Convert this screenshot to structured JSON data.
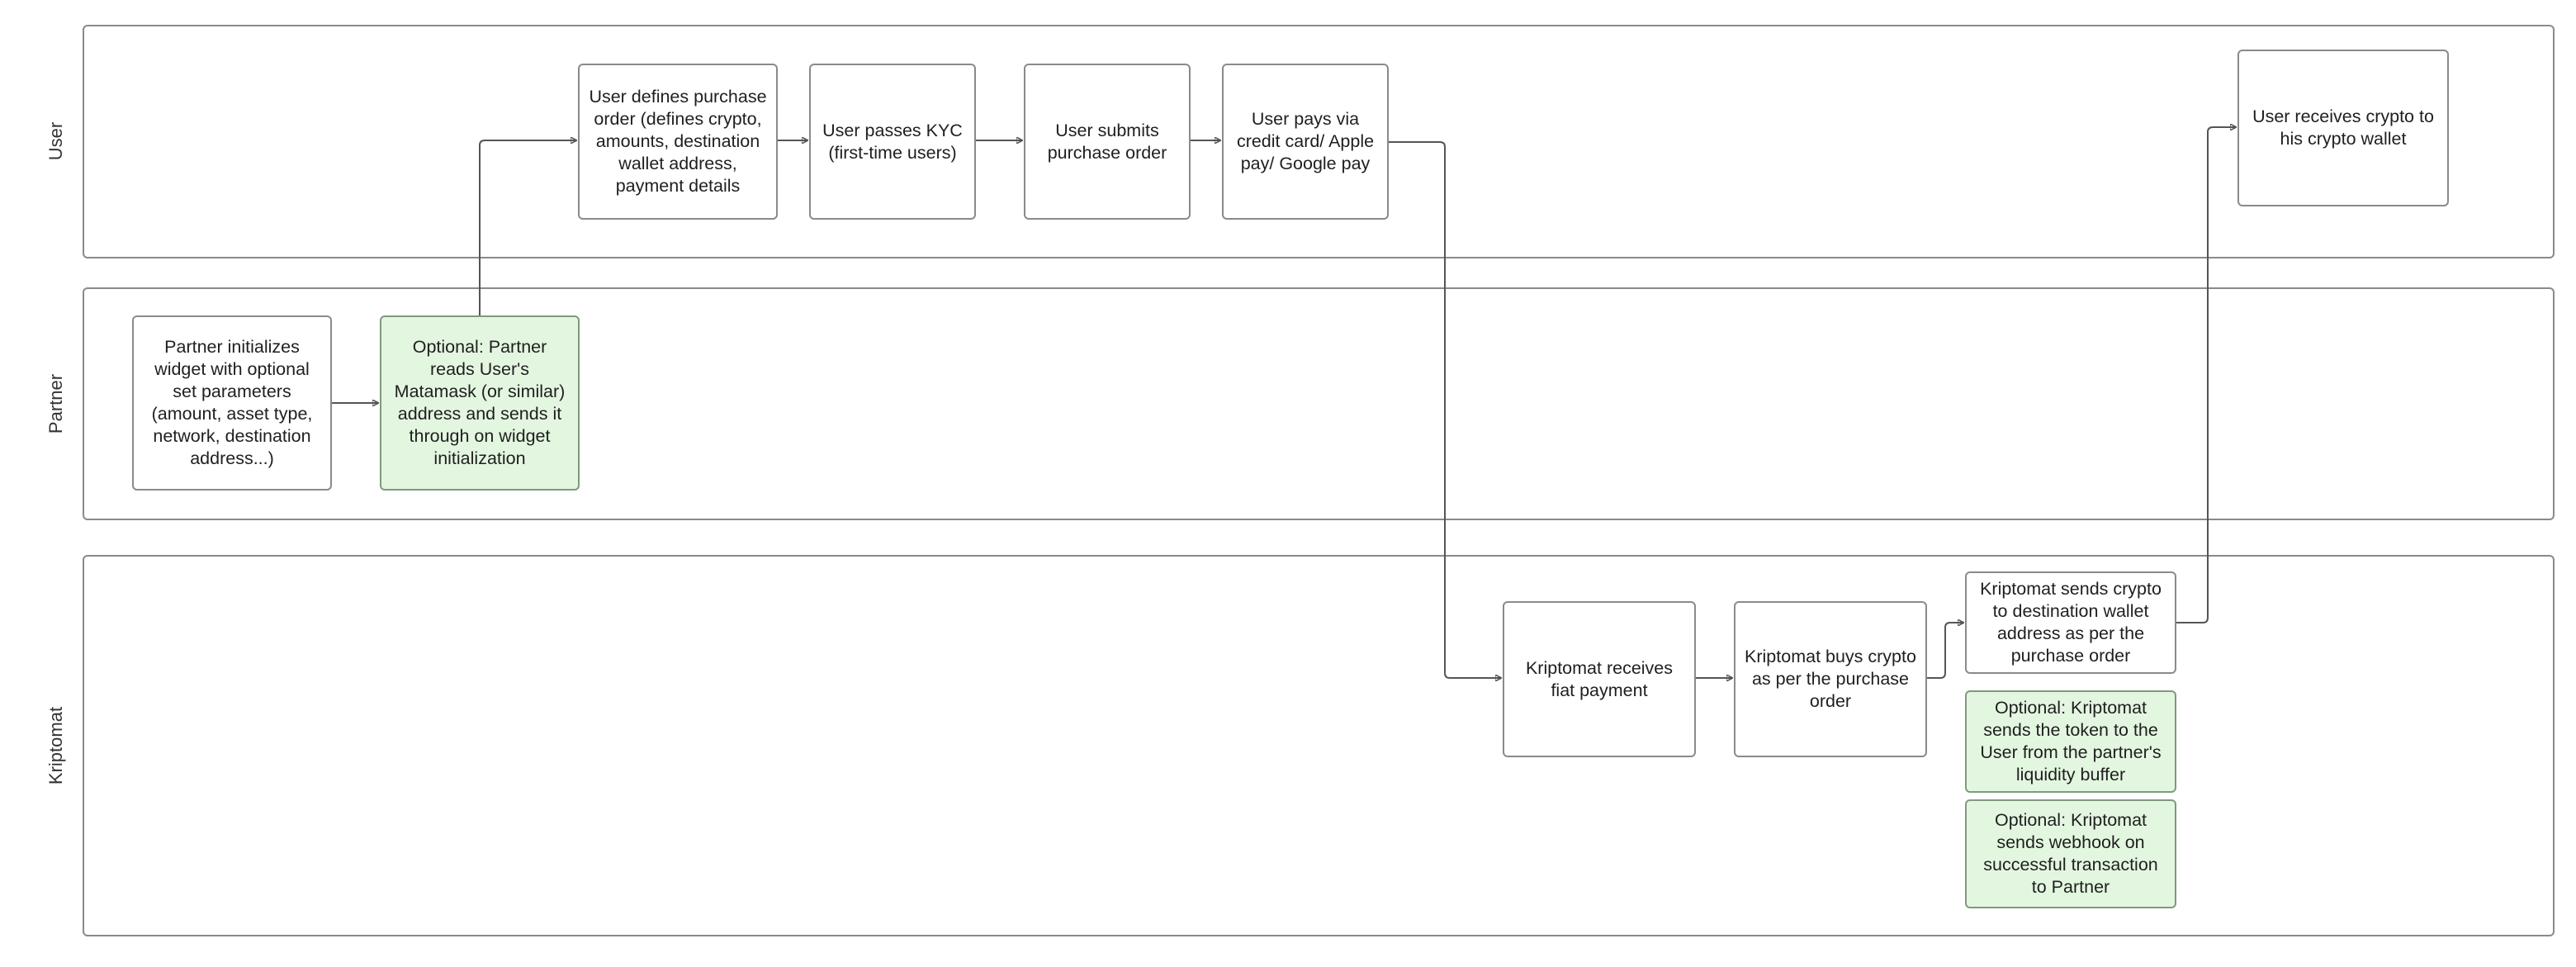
{
  "lanes": {
    "user": "User",
    "partner": "Partner",
    "kriptomat": "Kriptomat"
  },
  "nodes": {
    "partner_init": "Partner initializes widget with optional set parameters (amount, asset type, network, destination address...)",
    "partner_optional": "Optional: Partner reads User's Matamask (or similar) address and sends it through on widget initialization",
    "user_defines": "User defines purchase order (defines crypto, amounts, destination wallet address, payment details",
    "user_kyc": "User passes KYC (first-time users)",
    "user_submits": "User submits purchase order",
    "user_pays": "User pays via credit card/ Apple pay/ Google pay",
    "user_receives": "User receives crypto to his crypto wallet",
    "krip_receives": "Kriptomat receives fiat payment",
    "krip_buys": "Kriptomat buys crypto as per the purchase order",
    "krip_sends": "Kriptomat sends crypto to destination wallet address as per the purchase order",
    "krip_opt_token": "Optional: Kriptomat sends the token to the User from the partner's liquidity buffer",
    "krip_opt_webhook": "Optional: Kriptomat sends webhook on successful transaction to Partner"
  },
  "colors": {
    "optional_fill": "#e3f7e0",
    "stroke": "#8a8a8a",
    "connector": "#555555"
  }
}
